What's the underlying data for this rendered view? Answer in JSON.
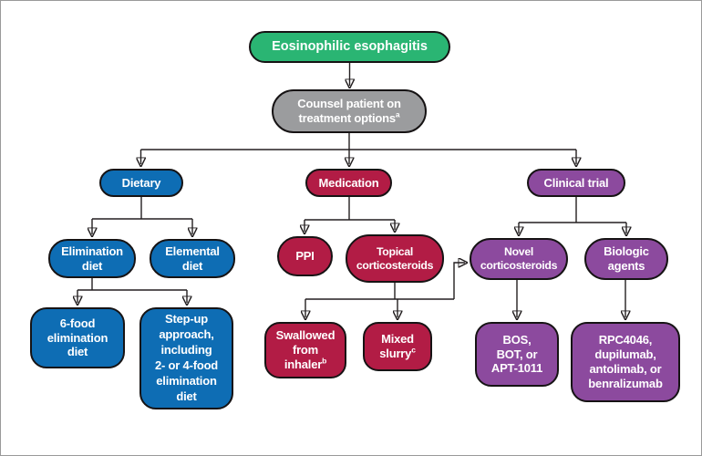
{
  "colors": {
    "green": "#2ab573",
    "gray": "#9b9c9e",
    "blue": "#0e6db4",
    "red": "#b21c45",
    "purple": "#8c4a9e"
  },
  "nodes": {
    "root": {
      "label": "Eosinophilic esophagitis"
    },
    "counsel": {
      "label": "Counsel patient on\ntreatment options",
      "sup": "a"
    },
    "dietary": {
      "label": "Dietary"
    },
    "medication": {
      "label": "Medication"
    },
    "clinical_trial": {
      "label": "Clinical trial"
    },
    "elimination_diet": {
      "label": "Elimination\ndiet"
    },
    "elemental_diet": {
      "label": "Elemental\ndiet"
    },
    "six_food": {
      "label": "6-food\nelimination\ndiet"
    },
    "step_up": {
      "label": "Step-up\napproach,\nincluding\n2- or 4-food\nelimination\ndiet"
    },
    "ppi": {
      "label": "PPI"
    },
    "topical": {
      "label": "Topical\ncorticosteroids"
    },
    "swallowed": {
      "label": "Swallowed\nfrom\ninhaler",
      "sup": "b"
    },
    "mixed_slurry": {
      "label": "Mixed\nslurry",
      "sup": "c"
    },
    "novel_cortico": {
      "label": "Novel\ncorticosteroids"
    },
    "biologic_agents": {
      "label": "Biologic\nagents"
    },
    "bos": {
      "label": "BOS,\nBOT, or\nAPT-1011"
    },
    "rpc": {
      "label": "RPC4046,\ndupilumab,\nantolimab, or\nbenralizumab"
    }
  },
  "edges": [
    {
      "from": "root",
      "to": "counsel"
    },
    {
      "from": "counsel",
      "to": "dietary"
    },
    {
      "from": "counsel",
      "to": "medication"
    },
    {
      "from": "counsel",
      "to": "clinical_trial"
    },
    {
      "from": "dietary",
      "to": "elimination_diet"
    },
    {
      "from": "dietary",
      "to": "elemental_diet"
    },
    {
      "from": "elimination_diet",
      "to": "six_food"
    },
    {
      "from": "elimination_diet",
      "to": "step_up"
    },
    {
      "from": "medication",
      "to": "ppi"
    },
    {
      "from": "medication",
      "to": "topical"
    },
    {
      "from": "topical",
      "to": "swallowed"
    },
    {
      "from": "topical",
      "to": "mixed_slurry"
    },
    {
      "from": "topical",
      "to": "novel_cortico"
    },
    {
      "from": "clinical_trial",
      "to": "novel_cortico"
    },
    {
      "from": "clinical_trial",
      "to": "biologic_agents"
    },
    {
      "from": "novel_cortico",
      "to": "bos"
    },
    {
      "from": "biologic_agents",
      "to": "rpc"
    }
  ]
}
